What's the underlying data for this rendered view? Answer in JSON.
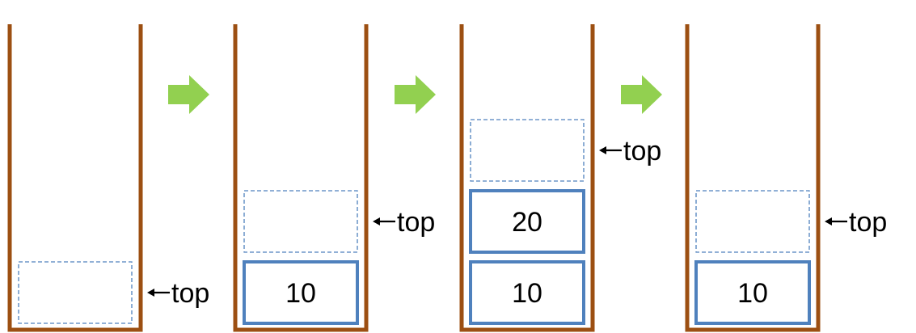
{
  "colors": {
    "container_stroke": "#9C4F12",
    "filled_stroke": "#4F81BD",
    "empty_stroke": "#4F81BD",
    "arrow_fill": "#92D050",
    "text": "#000000",
    "background": "#FFFFFF"
  },
  "pointer_label": "top",
  "pointer_icon": "left-arrow-icon",
  "transition_icon": "right-arrow-icon",
  "stacks": [
    {
      "name": "stack-1",
      "filled_values": [],
      "top_index": 0
    },
    {
      "name": "stack-2",
      "filled_values": [
        "10"
      ],
      "top_index": 1
    },
    {
      "name": "stack-3",
      "filled_values": [
        "10",
        "20"
      ],
      "top_index": 2
    },
    {
      "name": "stack-4",
      "filled_values": [
        "10"
      ],
      "top_index": 1
    }
  ]
}
